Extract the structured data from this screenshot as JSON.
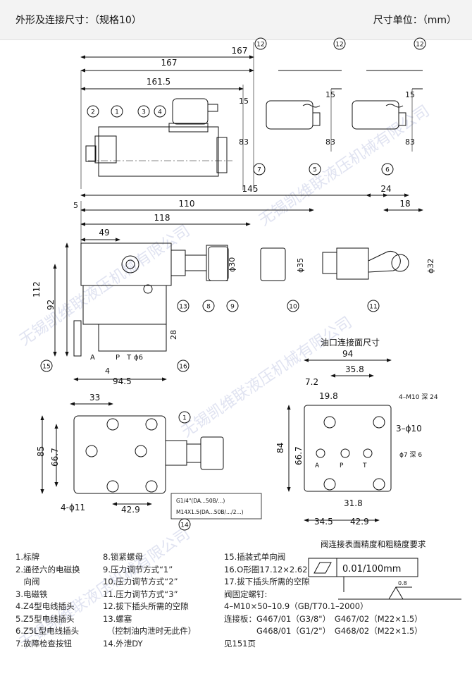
{
  "header": {
    "title": "外形及连接尺寸：（规格10）",
    "unit": "尺寸单位：（mm）"
  },
  "dims": {
    "d167a": "167",
    "d167b": "167",
    "d161_5": "161.5",
    "d15a": "15",
    "d15b": "15",
    "d15c": "15",
    "d83a": "83",
    "d83b": "83",
    "d83c": "83",
    "d145": "145",
    "d24": "24",
    "d110": "110",
    "d18": "18",
    "d118": "118",
    "d49": "49",
    "d5": "5",
    "d112": "112",
    "d92": "92",
    "d28": "28",
    "d4": "4",
    "d94_5": "94.5",
    "phi6": "ϕ6",
    "phi30": "ϕ30",
    "phi35": "ϕ35",
    "phi32": "ϕ32",
    "A": "A",
    "P": "P",
    "T": "T",
    "d33": "33",
    "d85": "85",
    "d66_7a": "66.7",
    "d4phi11": "4-ϕ11",
    "d42_9a": "42.9",
    "note1": "G1/4\"(DA...50B/...)",
    "note2": "M14X1.5(DA...50B/.../2...)"
  },
  "port": {
    "title": "油口连接面尺寸",
    "d94": "94",
    "d35_8": "35.8",
    "d7_2": "7.2",
    "d19_8": "19.8",
    "m10": "4–M10 深 24",
    "phi10": "3–ϕ10",
    "d84": "84",
    "d66_7": "66.7",
    "phi7": "ϕ7 深 6",
    "d31_8": "31.8",
    "d34_5": "34.5",
    "d42_9": "42.9",
    "A": "A",
    "P": "P",
    "T": "T"
  },
  "callouts": [
    "1",
    "2",
    "3",
    "4",
    "5",
    "6",
    "7",
    "8",
    "9",
    "10",
    "11",
    "12",
    "13",
    "14",
    "15",
    "16"
  ],
  "surface": {
    "caption": "阀连接表面精度和粗糙度要求",
    "tolerance": "0.01/100mm",
    "roughness": "0.8"
  },
  "legend": {
    "col1": [
      "1.标牌",
      "2.通径六的电磁换",
      "　向阀",
      "3.电磁铁",
      "4.Z4型电线插头",
      "5.Z5型电线插头",
      "6.Z5L型电线插头",
      "7.故障检查按钮"
    ],
    "col2": [
      "8.锁紧螺母",
      "9.压力调节方式“1”",
      "10.压力调节方式“2”",
      "11.压力调节方式“3”",
      "12.拔下插头所需的空隙",
      "13.螺塞",
      "　（控制油内泄时无此件）",
      "14.外泄DY"
    ],
    "col3": [
      "15.插装式单向阀",
      "16.O形圈17.12×2.62",
      "17.拔下插头所需的空隙",
      "阀固定螺钉:",
      "4–M10×50–10.9（GB/T70.1–2000）",
      "连接板：G467/01（G3/8\"）　G467/02（M22×1.5）",
      "　　　　G468/01（G1/2\"）　G468/02（M22×1.5）",
      "见151页"
    ]
  },
  "watermark": "无锡凯维联液压机械有限公司"
}
